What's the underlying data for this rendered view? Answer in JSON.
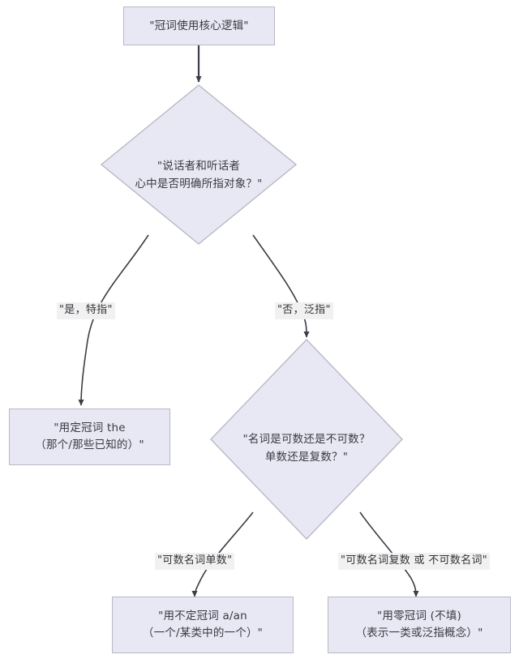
{
  "diagram": {
    "type": "flowchart",
    "title_node": "\"冠词使用核心逻辑\"",
    "colors": {
      "node_fill": "#e8e8f4",
      "node_border": "#b9b9c6",
      "edge_stroke": "#4a4a52",
      "label_background": "#f1f1f1",
      "text": "#3a3a42",
      "canvas_background": "#ffffff"
    },
    "nodes": [
      {
        "id": "start",
        "shape": "rectangle",
        "text": "\"冠词使用核心逻辑\""
      },
      {
        "id": "decision_definite",
        "shape": "diamond",
        "text": "\"说话者和听话者\n心中是否明确所指对象？\""
      },
      {
        "id": "result_the",
        "shape": "rectangle",
        "text": "\"用定冠词 the\n（那个/那些已知的）\""
      },
      {
        "id": "decision_countable",
        "shape": "diamond",
        "text": "\"名词是可数还是不可数？\n单数还是复数？\""
      },
      {
        "id": "result_a_an",
        "shape": "rectangle",
        "text": "\"用不定冠词 a/an\n（一个/某类中的一个）\""
      },
      {
        "id": "result_zero",
        "shape": "rectangle",
        "text": "\"用零冠词 (不填)\n（表示一类或泛指概念）\""
      }
    ],
    "edges": [
      {
        "id": "edge_start_to_decision",
        "from": "start",
        "to": "decision_definite",
        "label": ""
      },
      {
        "id": "edge_yes_definite",
        "from": "decision_definite",
        "to": "result_the",
        "label": "\"是，特指\""
      },
      {
        "id": "edge_no_generic",
        "from": "decision_definite",
        "to": "decision_countable",
        "label": "\"否，泛指\""
      },
      {
        "id": "edge_countable_singular",
        "from": "decision_countable",
        "to": "result_a_an",
        "label": "\"可数名词单数\""
      },
      {
        "id": "edge_plural_or_uncountable",
        "from": "decision_countable",
        "to": "result_zero",
        "label": "\"可数名词复数 或 不可数名词\""
      }
    ]
  }
}
